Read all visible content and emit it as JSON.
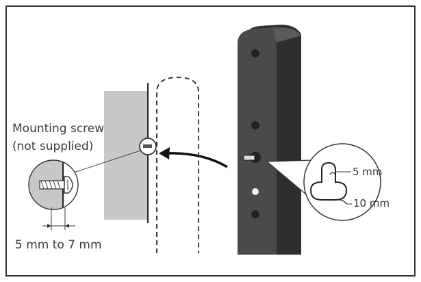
{
  "labels": {
    "mounting_screw_line1": "Mounting screw",
    "mounting_screw_line2": "(not supplied)",
    "screw_depth": "5 mm to 7 mm",
    "slot_top": "5 mm",
    "slot_bottom": "10 mm"
  },
  "colors": {
    "wall": "#c8c8c8",
    "speaker_body": "#4a4a4a",
    "speaker_side": "#2e2e2e",
    "line": "#333333"
  }
}
